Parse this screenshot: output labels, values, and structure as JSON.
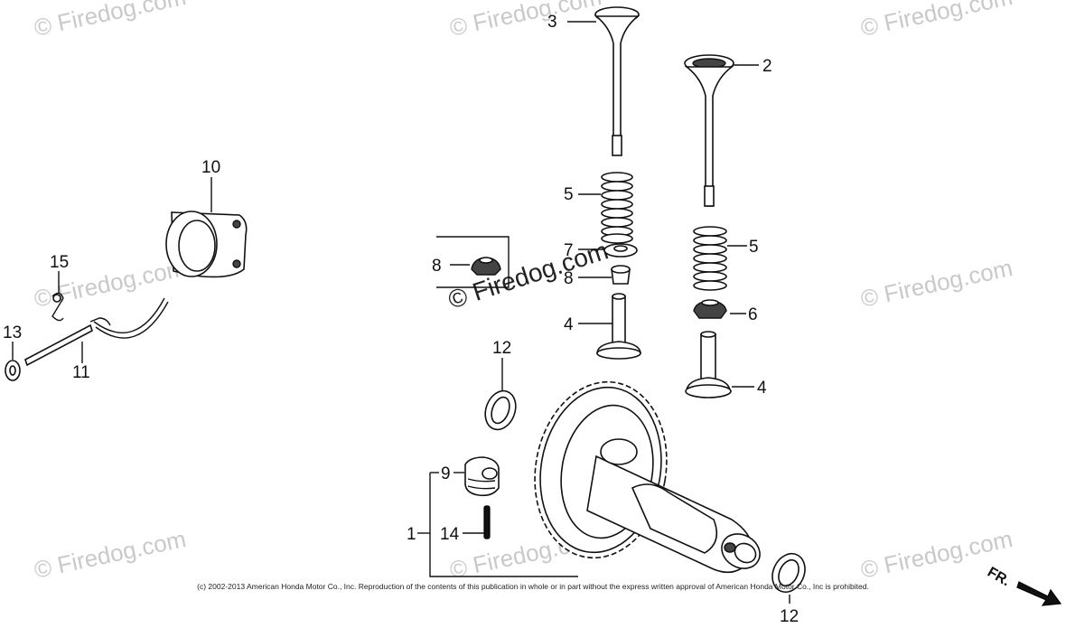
{
  "watermark": "© Firedog.com",
  "copyright": "(c) 2002-2013 American Honda Motor Co., Inc. Reproduction of the contents of this publication in whole or in part without the express written approval of American Honda Motor Co., Inc is prohibited.",
  "direction_label": "FR.",
  "callouts": {
    "c1": "1",
    "c2": "2",
    "c3": "3",
    "c4a": "4",
    "c4b": "4",
    "c5a": "5",
    "c5b": "5",
    "c6": "6",
    "c7": "7",
    "c8a": "8",
    "c8b": "8",
    "c9": "9",
    "c10": "10",
    "c11": "11",
    "c12a": "12",
    "c12b": "12",
    "c13": "13",
    "c14": "14",
    "c15": "15"
  }
}
